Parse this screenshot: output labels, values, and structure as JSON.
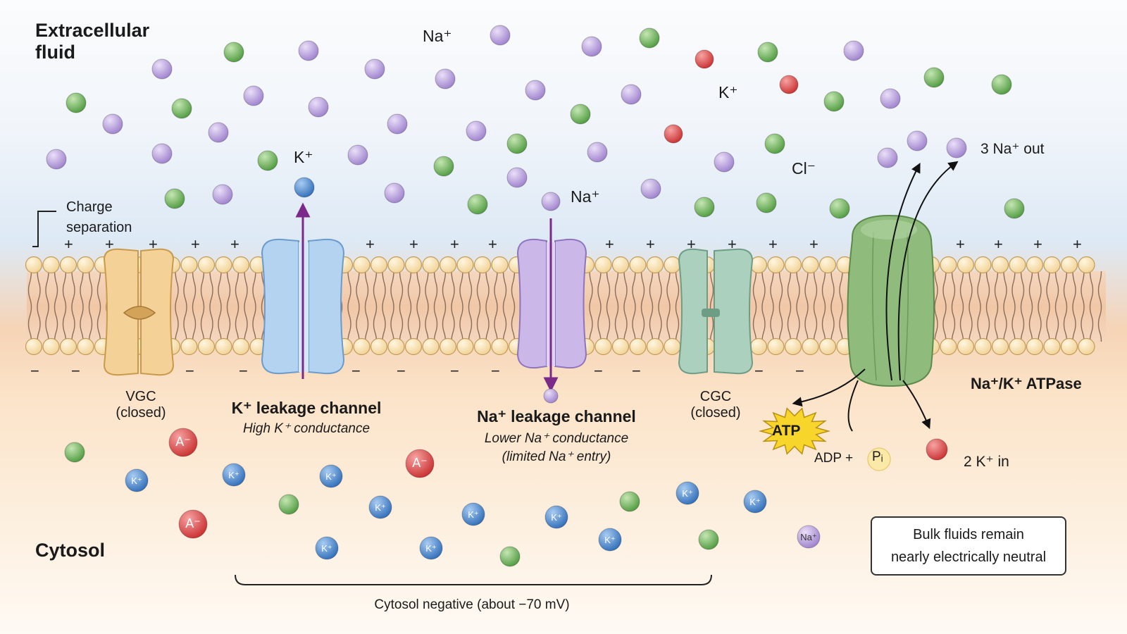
{
  "regions": {
    "extracellular_line1": "Extracellular",
    "extracellular_line2": "fluid",
    "cytosol": "Cytosol"
  },
  "charge_separation": {
    "line1": "Charge",
    "line2": "separation"
  },
  "membrane_signs": {
    "positive": "+",
    "negative": "−"
  },
  "ion_labels": {
    "na_top": "Na⁺",
    "k_upper_right": "K⁺",
    "k_above_channel": "K⁺",
    "na_above_channel": "Na⁺",
    "cl": "Cl⁻"
  },
  "particle_text": {
    "k": "K⁺",
    "anion": "A⁻",
    "na": "Na⁺"
  },
  "channels": {
    "vgc": {
      "name": "VGC",
      "state": "(closed)"
    },
    "k_leak": {
      "name": "K⁺ leakage channel",
      "sub": "High K⁺ conductance"
    },
    "na_leak": {
      "name": "Na⁺ leakage channel",
      "sub1": "Lower Na⁺ conductance",
      "sub2": "(limited Na⁺ entry)"
    },
    "cgc": {
      "name": "CGC",
      "state": "(closed)"
    },
    "pump": {
      "name": "Na⁺/K⁺ ATPase"
    }
  },
  "pump_labels": {
    "na_out": "3 Na⁺  out",
    "k_in": "2 K⁺  in",
    "atp": "ATP",
    "adp": "ADP +",
    "pi": "Pᵢ"
  },
  "bottom": {
    "potential": "Cytosol negative (about −70 mV)",
    "neutral_line1": "Bulk fluids remain",
    "neutral_line2": "nearly electrically neutral"
  },
  "colors": {
    "extracellular_bg": "#dde9f5",
    "cytosol_bg": "#fbe4cc",
    "sodium": "#b49ad8",
    "chloride": "#6fb35a",
    "potassium": "#4a86cc",
    "potassium_out": "#d94a4a",
    "anion": "#d94444",
    "vgc": "#f2cf94",
    "k_channel": "#a8ccec",
    "na_channel": "#c8b4e6",
    "cgc": "#a8cdbc",
    "pump": "#8cb87a",
    "arrow_purple": "#7b2a8a",
    "atp_star": "#f8d52a"
  }
}
